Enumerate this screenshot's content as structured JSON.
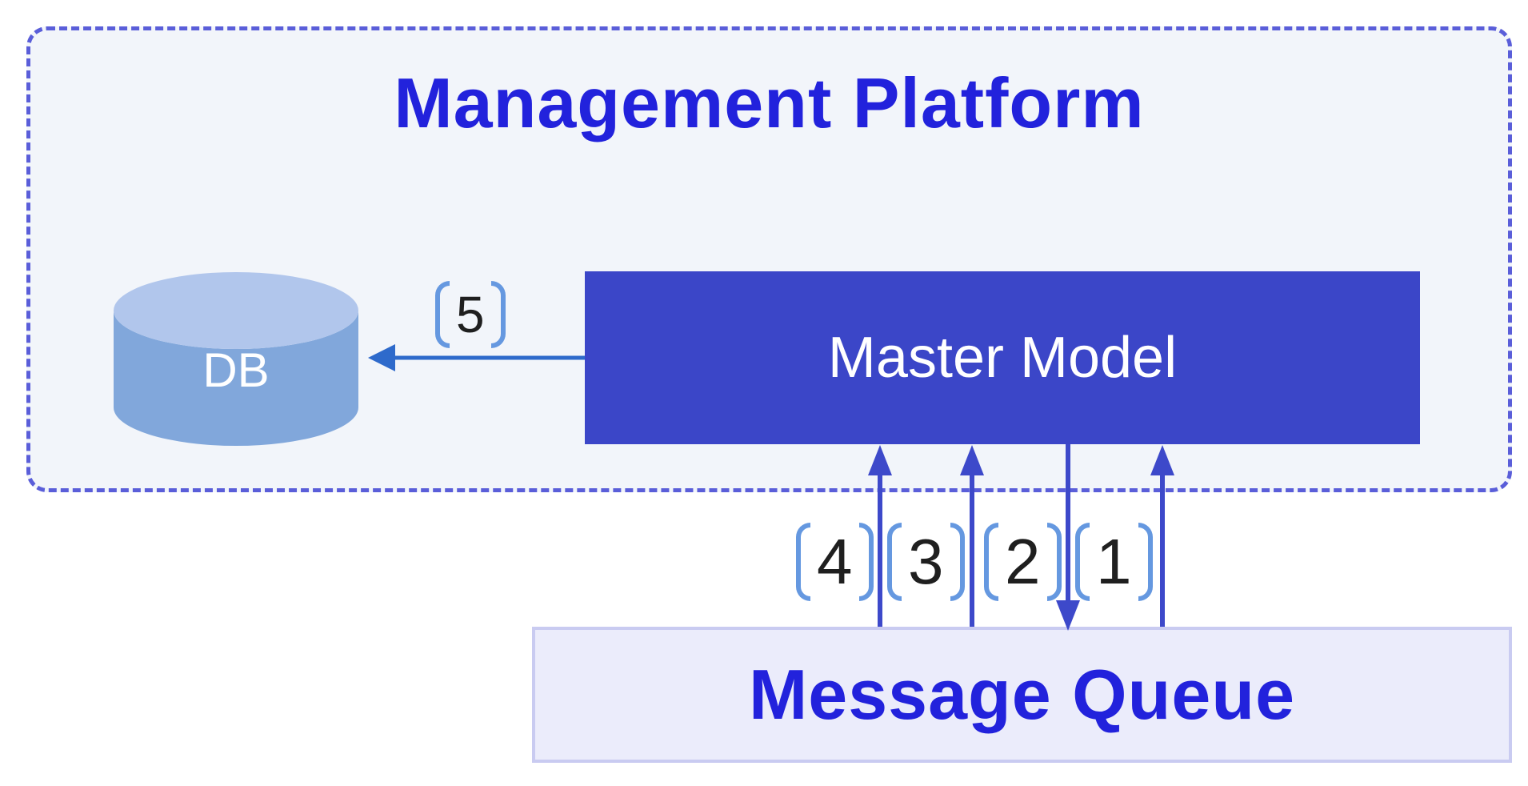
{
  "diagram": {
    "platform_title": "Management Platform",
    "db_label": "DB",
    "master_model_label": "Master Model",
    "message_queue_label": "Message Queue",
    "steps": [
      {
        "number": "5",
        "arrow_direction": "left",
        "from": "Master Model",
        "to": "DB"
      },
      {
        "number": "4",
        "arrow_direction": "up",
        "from": "Message Queue",
        "to": "Master Model"
      },
      {
        "number": "3",
        "arrow_direction": "up",
        "from": "Message Queue",
        "to": "Master Model"
      },
      {
        "number": "2",
        "arrow_direction": "down",
        "from": "Master Model",
        "to": "Message Queue"
      },
      {
        "number": "1",
        "arrow_direction": "up",
        "from": "Message Queue",
        "to": "Master Model"
      }
    ],
    "colors": {
      "heading_text": "#2222dc",
      "platform_fill": "#f2f5fa",
      "dashed_border": "#5a5ed9",
      "master_model_fill": "#3b46c8",
      "master_model_text": "#ffffff",
      "db_body": "#81a7db",
      "db_top": "#b1c6ec",
      "db_text": "#ffffff",
      "queue_fill": "#ebecfb",
      "queue_border": "#c9cbf1",
      "horizontal_arrow": "#2e6acb",
      "vertical_arrow": "#3d49ca",
      "bracket": "#6598e0",
      "step_number": "#1f1f1f"
    }
  }
}
